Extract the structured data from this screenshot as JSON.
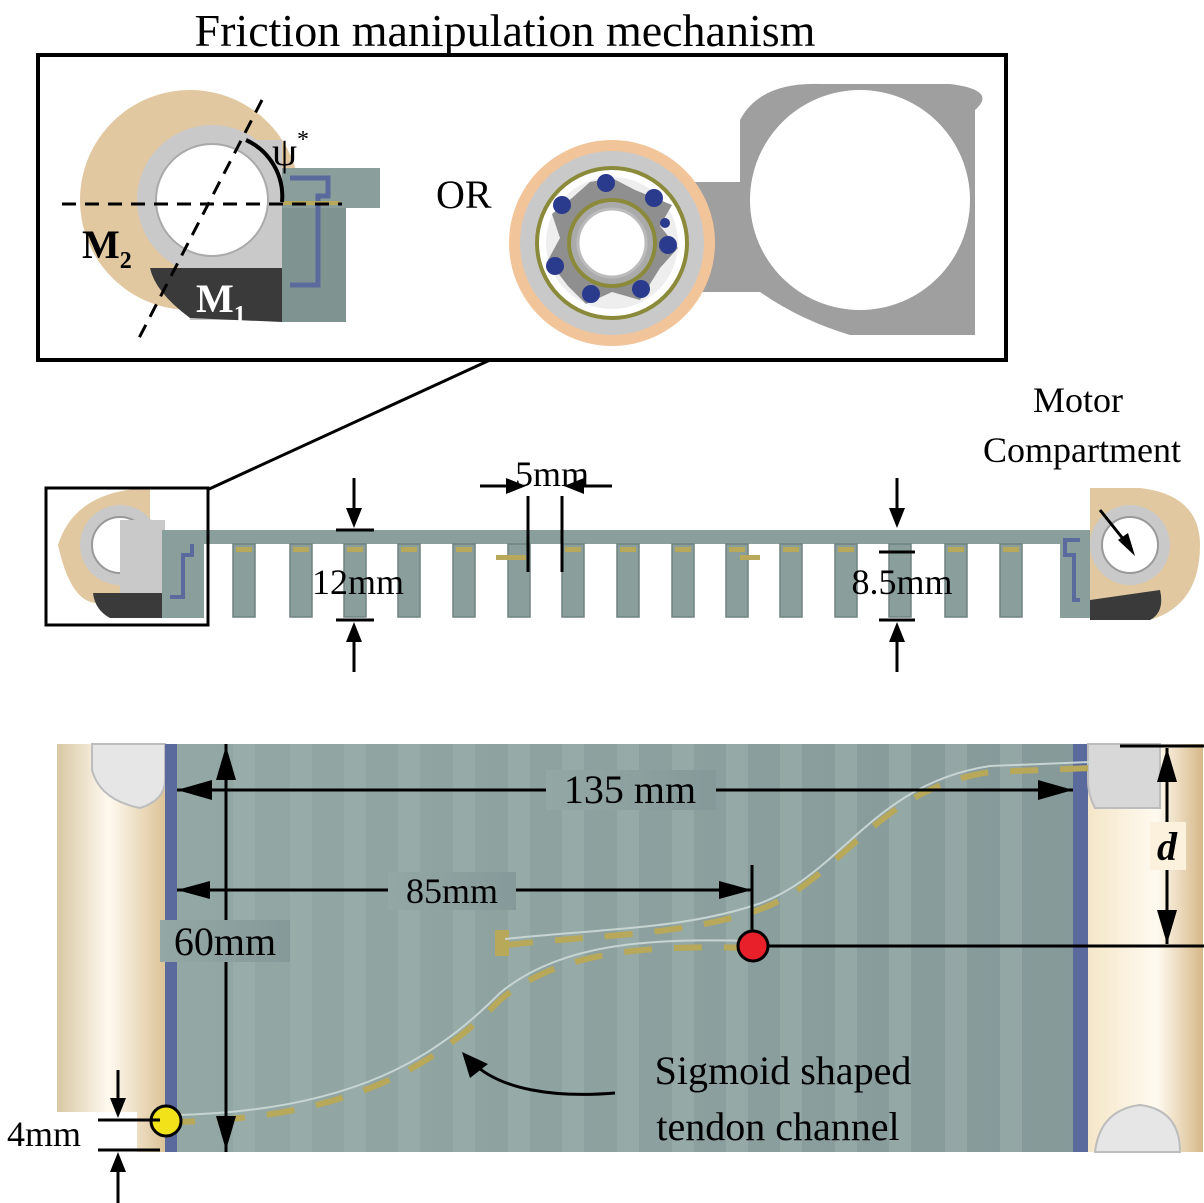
{
  "title": "Friction manipulation mechanism",
  "inset": {
    "angle_label": "ψ",
    "angle_superscript": "*",
    "or_label": "OR",
    "m2_label": "M",
    "m2_sub": "2",
    "m1_label": "M",
    "m1_sub": "1"
  },
  "side_view": {
    "motor_label_line1": "Motor",
    "motor_label_line2": "Compartment",
    "gap_label": "5mm",
    "height_left_label": "12mm",
    "height_right_label": "8.5mm"
  },
  "top_view": {
    "length_label": "135 mm",
    "anchor_label": "85mm",
    "width_label": "60mm",
    "offset_label": "d",
    "edge_label": "4mm",
    "channel_label_line1": "Sigmoid shaped",
    "channel_label_line2": "tendon channel"
  },
  "colors": {
    "tan": "#e2c8a0",
    "light_gray": "#c9c9c9",
    "dark_gray": "#3a3a3a",
    "teal_gray": "#8a9f9b",
    "blue_edge": "#5a6a9c",
    "tendon": "#b7a85a",
    "red_dot": "#e8202a",
    "yellow_dot": "#f2e21a",
    "bearing_ball": "#2a3a8c",
    "bearing_outer": "#f2c49a"
  }
}
